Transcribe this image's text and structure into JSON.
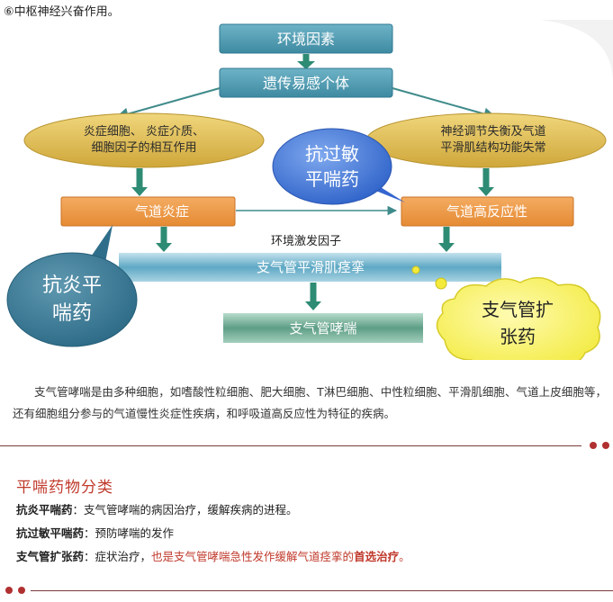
{
  "heading": "⑥中枢神经兴奋作用。",
  "diagram": {
    "env_factor": "环境因素",
    "genetic": "遗传易感个体",
    "inflammation_box": [
      "炎症细胞、 炎症介质、",
      "细胞因子的相互作用"
    ],
    "neural_box": [
      "神经调节失衡及气道",
      "平滑肌结构功能失常"
    ],
    "airway_inflammation": "气道炎症",
    "airway_hyper": "气道高反应性",
    "env_trigger": "环境激发因子",
    "spasm": "支气管平滑肌痉挛",
    "asthma": "支气管哮喘",
    "bubble_antiallergic": [
      "抗过敏",
      "平喘药"
    ],
    "bubble_antiinflammatory": [
      "抗炎平",
      "喘药"
    ],
    "bubble_bronchodilator": [
      "支气管扩",
      "张药"
    ]
  },
  "paragraph": "支气管哮喘是由多种细胞，如嗜酸性粒细胞、肥大细胞、T淋巴细胞、中性粒细胞、平滑肌细胞、气道上皮细胞等，还有细胞组分参与的气道慢性炎症性疾病，和呼吸道高反应性为特征的疾病。",
  "section_title": "平喘药物分类",
  "items": [
    {
      "term": "抗炎平喘药",
      "sep": "：",
      "desc": "支气管哮喘的病因治疗，缓解疾病的进程。"
    },
    {
      "term": "抗过敏平喘药",
      "sep": "：",
      "desc": "预防哮喘的发作"
    },
    {
      "term": "支气管扩张药",
      "sep": "：",
      "desc": "症状治疗，",
      "desc_red": "也是支气管哮喘急性发作缓解气道痉挛的",
      "desc_red_bold": "首选治疗",
      "desc_end": "。"
    }
  ],
  "colors": {
    "teal": "#4a92a8",
    "orange": "#ec9440",
    "ochre": "#d9b84a",
    "green_bar": "#5e9e86",
    "accent_red": "#c0392b"
  }
}
